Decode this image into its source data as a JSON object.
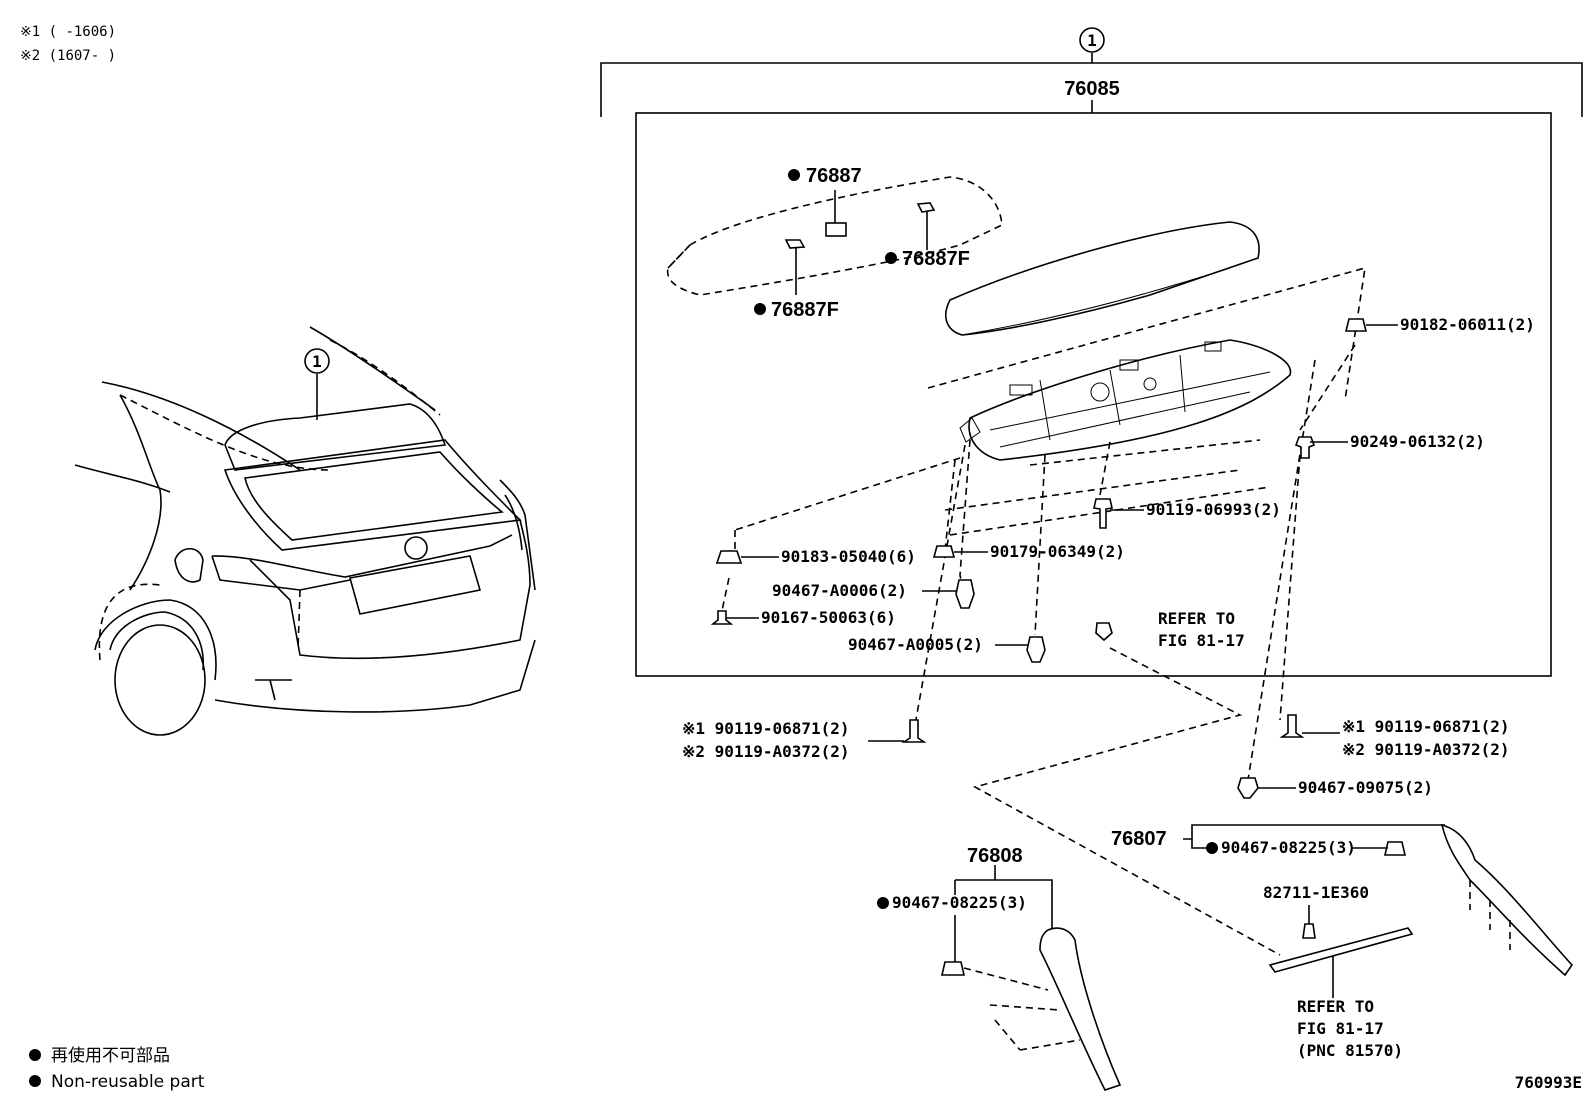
{
  "notes": {
    "n1": "※1 (      -1606)",
    "n2": "※2 (1607-      )"
  },
  "callout_ref": "1",
  "assembly": "76085",
  "parts": {
    "p76887": "76887",
    "p76887F_a": "76887F",
    "p76887F_b": "76887F",
    "p90182": "90182-06011(2)",
    "p90249": "90249-06132(2)",
    "p90119_06993": "90119-06993(2)",
    "p90183": "90183-05040(6)",
    "p90179": "90179-06349(2)",
    "p90467_A0006": "90467-A0006(2)",
    "p90167": "90167-50063(6)",
    "p90467_A0005": "90467-A0005(2)",
    "refer1_a": "REFER TO",
    "refer1_b": "FIG 81-17",
    "left_s1": "※1 90119-06871(2)",
    "left_s2": "※2 90119-A0372(2)",
    "right_s1": "※1 90119-06871(2)",
    "right_s2": "※2 90119-A0372(2)",
    "p90467_09075": "90467-09075(2)",
    "p76807": "76807",
    "p90467_08225_r": "90467-08225(3)",
    "p76808": "76808",
    "p90467_08225_l": "90467-08225(3)",
    "p82711": "82711-1E360",
    "refer2_a": "REFER TO",
    "refer2_b": "FIG 81-17",
    "refer2_c": "(PNC 81570)"
  },
  "legend": {
    "jp": "再使用不可部品",
    "en": "Non-reusable part"
  },
  "figure_id": "760993E"
}
